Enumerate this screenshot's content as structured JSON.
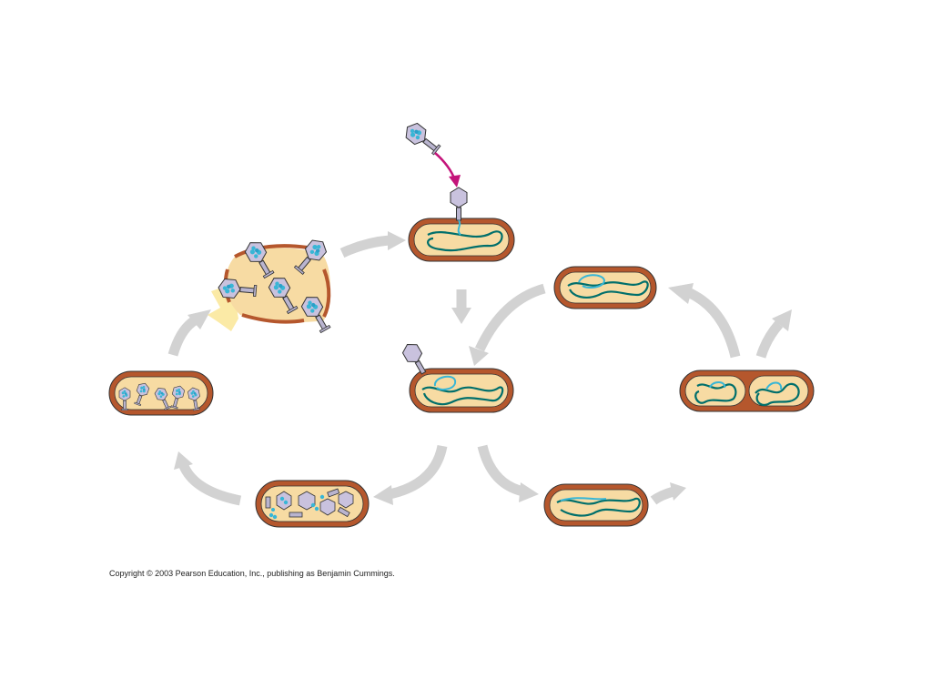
{
  "footer": {
    "copyright": "Copyright © 2003 Pearson Education, Inc., publishing as Benjamin Cummings."
  },
  "colors": {
    "cell_wall": "#b5572d",
    "cytoplasm": "#f7dba3",
    "bacterial_dna": "#006f6b",
    "phage_dna": "#38b6d6",
    "phage_head": "#c9c2de",
    "phage_tail": "#b9b4cf",
    "cycle_arrow": "#d2d2d2",
    "injection_arrow": "#c4147a",
    "lysis_burst": "#fbeaa6"
  },
  "stages": [
    "free-phage",
    "phage-attachment",
    "dna-injection-cell",
    "prophage-cell",
    "phage-assembly-cell",
    "full-phage-cell",
    "cell-lysis",
    "prophage-top-cell",
    "dividing-cell",
    "daughter-cell"
  ]
}
